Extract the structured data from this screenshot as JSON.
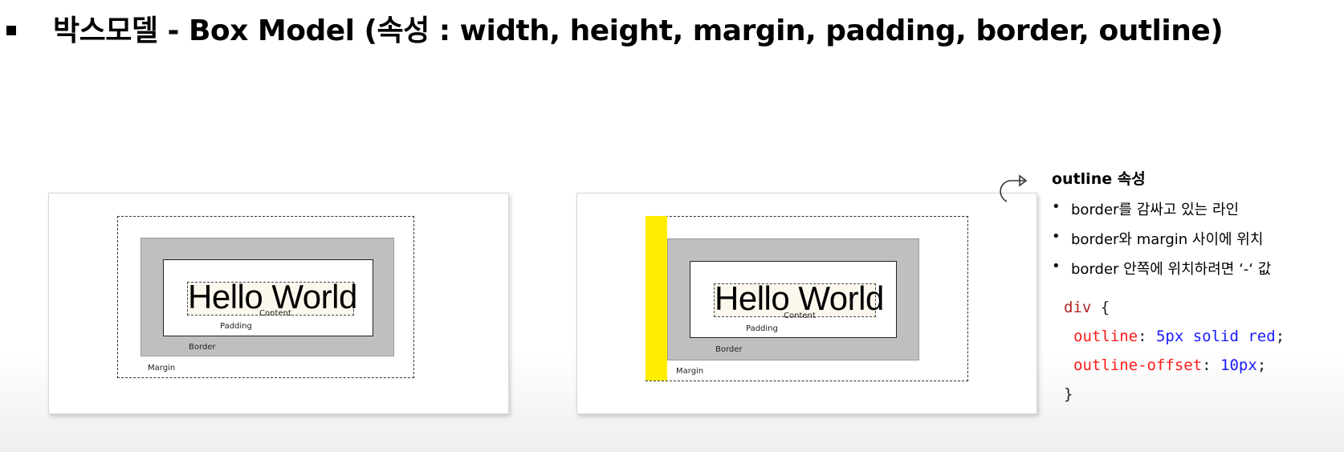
{
  "title": "박스모델 - Box Model (속성 : width, height, margin, padding, border, outline)",
  "diagram_labels": {
    "hello": "Hello World",
    "content": "Content",
    "padding": "Padding",
    "border": "Border",
    "margin": "Margin"
  },
  "notes": {
    "title": "outline 속성",
    "items": [
      "border를 감싸고 있는 라인",
      "border와 margin 사이에 위치",
      "border 안쪽에 위치하려면 ‘-‘ 값"
    ]
  },
  "code": {
    "selector": "div",
    "open": "{",
    "close": "}",
    "lines": [
      {
        "prop": "outline",
        "value": "5px solid red"
      },
      {
        "prop": "outline-offset",
        "value": "10px"
      }
    ]
  },
  "colors": {
    "outline_highlight": "#ffee00",
    "border_fill": "#bfbfbf",
    "content_fill": "#fdf8ee",
    "code_property": "#ff1a1a",
    "code_value": "#1a1aff",
    "code_selector": "#b22222"
  },
  "icons": [
    "bullet-square-icon",
    "curved-arrow-icon"
  ]
}
